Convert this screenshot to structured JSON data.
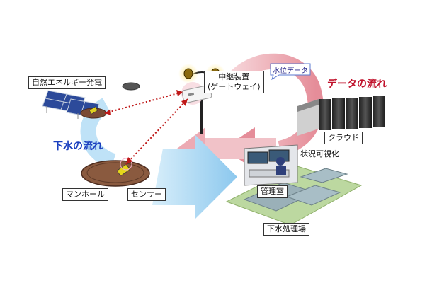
{
  "labels": {
    "solar": "自然エネルギー発電",
    "relay_line1": "中継装置",
    "relay_line2": "(ゲートウェイ)",
    "water_level_data": "水位データ",
    "data_flow": "データの流れ",
    "cloud": "クラウド",
    "status_visualization": "状況可視化",
    "sewage_flow": "下水の流れ",
    "manhole": "マンホール",
    "sensor": "センサー",
    "control_room": "管理室",
    "sewage_plant": "下水処理場"
  },
  "colors": {
    "data_flow_text": "#c0102a",
    "sewage_flow_text": "#1a3fbf",
    "data_arrow": "#e8a0a8",
    "water_arrow": "#9fd0f0",
    "dotted_link": "#c01818"
  }
}
